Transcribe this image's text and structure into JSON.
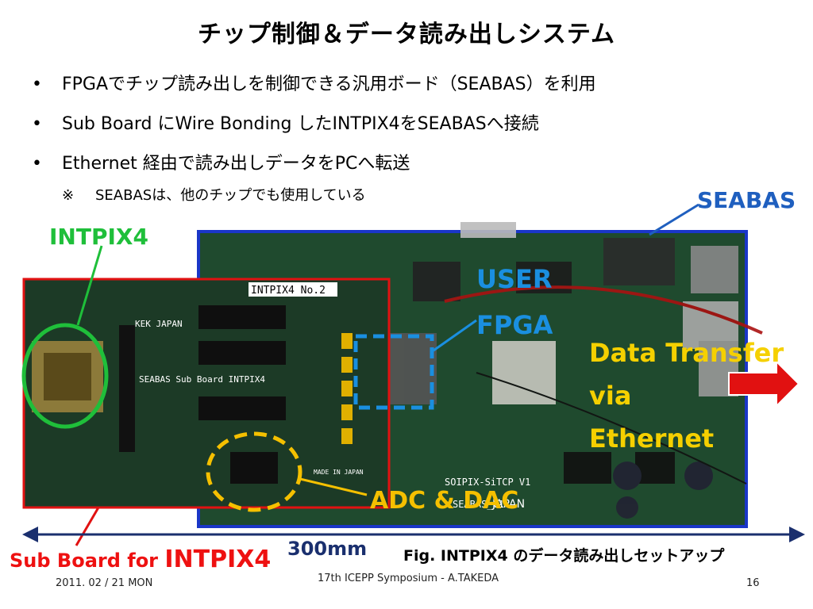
{
  "title": "チップ制御＆データ読み出しシステム",
  "bullets": [
    {
      "marker": "•",
      "text": "FPGAでチップ読み出しを制御できる汎用ボード（SEABAS）を利用"
    },
    {
      "marker": "•",
      "text": "Sub Board にWire Bonding したINTPIX4をSEABASへ接続"
    },
    {
      "marker": "•",
      "text": "Ethernet 経由で読み出しデータをPCへ転送"
    }
  ],
  "note": {
    "mark": "※",
    "text": "SEABASは、他のチップでも使用している"
  },
  "labels": {
    "seabas": "SEABAS",
    "intpix4": "INTPIX4",
    "user": "USER",
    "fpga": "FPGA",
    "transfer_1": "Data Transfer",
    "transfer_2": "via",
    "transfer_3": "Ethernet",
    "adc_dac": "ADC & DAC",
    "sub_board_a": "Sub Board for ",
    "sub_board_b": "INTPIX4",
    "length": "300mm",
    "fig_caption": "Fig. INTPIX4 のデータ読み出しセットアップ"
  },
  "board_text": {
    "intpix4_no": "INTPIX4 No.2",
    "kek": "KEK JAPAN",
    "seabas_sub": "SEABAS Sub Board INTPIX4",
    "soipix": "SOIPIX-SiTCP V1",
    "seabas_v1": "SEABAS_v1",
    "made_in": "MADE IN JAPAN",
    "japan": "JAPAN"
  },
  "footer": {
    "date": "2011. 02 / 21 MON",
    "center": "17th ICEPP Symposium - A.TAKEDA",
    "page": "16"
  },
  "colors": {
    "seabas_blue": "#1f5fbf",
    "intpix_green": "#1fbf3a",
    "fpga_blue": "#1a8fe0",
    "transfer_yellow": "#f5d000",
    "subboard_red": "#e11111",
    "arrow_navy": "#1a2f6e"
  },
  "icons": [
    "bullet-dot",
    "right-arrow-icon",
    "double-arrow-icon"
  ]
}
